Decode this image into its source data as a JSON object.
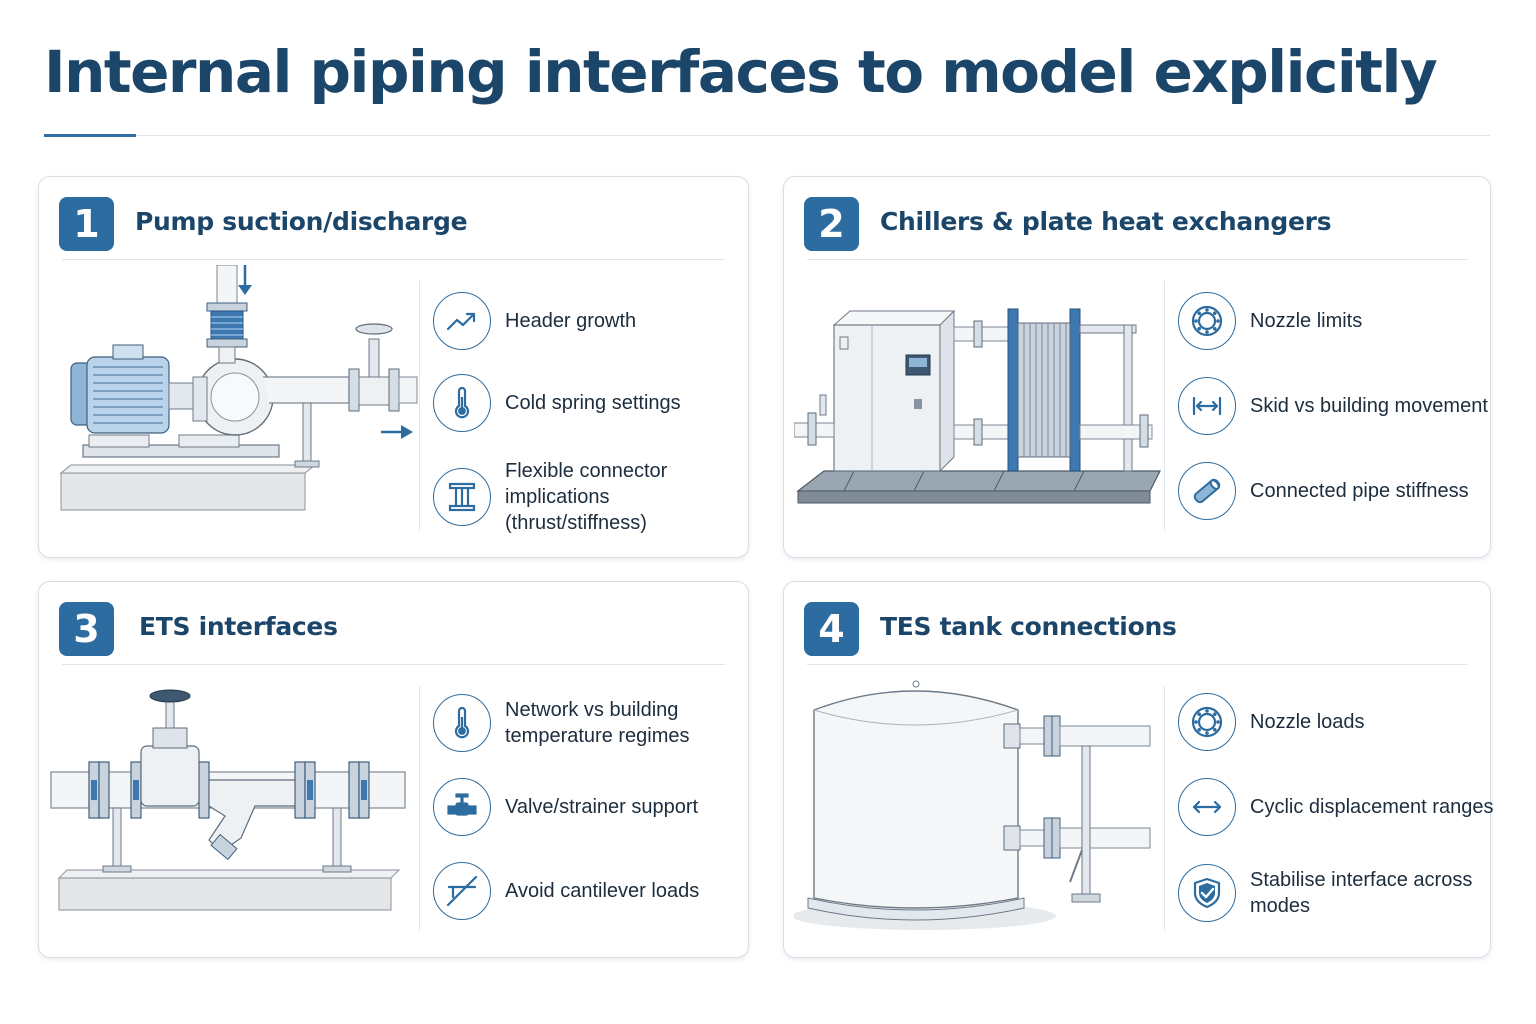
{
  "page": {
    "title": "Internal piping interfaces to model explicitly"
  },
  "colors": {
    "accent": "#2c6ca0",
    "title": "#1b4569",
    "border": "#d7dee6"
  },
  "cards": [
    {
      "number": "1",
      "title": "Pump suction/discharge",
      "illustration": "pump-assembly",
      "items": [
        {
          "icon": "trend-up-icon",
          "label": "Header growth"
        },
        {
          "icon": "thermometer-icon",
          "label": "Cold spring settings"
        },
        {
          "icon": "flexible-connector-icon",
          "label": "Flexible connector implications (thrust/stiffness)"
        }
      ]
    },
    {
      "number": "2",
      "title": "Chillers & plate heat exchangers",
      "illustration": "chiller-heat-exchanger-skid",
      "items": [
        {
          "icon": "nozzle-flange-icon",
          "label": "Nozzle limits"
        },
        {
          "icon": "horizontal-arrows-icon",
          "label": "Skid vs building movement"
        },
        {
          "icon": "pipe-icon",
          "label": "Connected pipe stiffness"
        }
      ]
    },
    {
      "number": "3",
      "title": "ETS interfaces",
      "illustration": "valve-strainer-line",
      "items": [
        {
          "icon": "thermometer-icon",
          "label": "Network vs building temperature regimes"
        },
        {
          "icon": "valve-icon",
          "label": "Valve/strainer support"
        },
        {
          "icon": "no-cantilever-icon",
          "label": "Avoid cantilever loads"
        }
      ]
    },
    {
      "number": "4",
      "title": "TES tank connections",
      "illustration": "tes-tank",
      "items": [
        {
          "icon": "nozzle-flange-icon",
          "label": "Nozzle loads"
        },
        {
          "icon": "double-arrow-icon",
          "label": "Cyclic displacement ranges"
        },
        {
          "icon": "shield-check-icon",
          "label": "Stabilise interface across modes"
        }
      ]
    }
  ]
}
